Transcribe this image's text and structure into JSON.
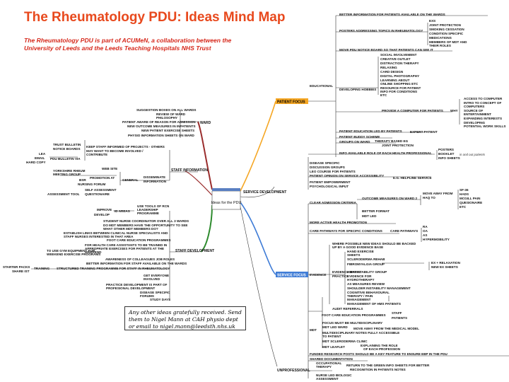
{
  "header": {
    "title": "The Rheumatology PDU: Ideas Mind Map",
    "subtitle": "The Rheumatology PDU is part of ACUMeN, a collaboration between the University of Leeds and the Leeds Teaching Hospitals NHS Trust"
  },
  "central": "Ideas for the PDU",
  "note": "Any other ideas gratefully received. Send them to Nigel Mann at CAH physio dept or email to nigel.mann@leedsth.nhs.uk",
  "colors": {
    "title": "#e8491d",
    "patient_focus": "#f5a623",
    "service_focus": "#3f7cd6",
    "staff_branch": "#9a2d2d",
    "staff_dev_branch": "#2e8b2e",
    "service_branch": "#1a3a8a"
  },
  "branches": {
    "service_development": "SERVICE DEVELOPMENT",
    "patient_focus": "PATIENT FOCUS",
    "service_focus": "SERVICE FOCUS",
    "unprofessional": "UNPROFESSIONAL",
    "ward": "WARD",
    "staff_information": "STAFF INFORMATION",
    "staff_development": "STAFF DEVELOPMENT"
  },
  "labels": {
    "pf_wards_info": "BETTER INFORMATION FOR PATIENTS AVAILABLE ON THE WARDS",
    "pf_posters": "POSTERS ADDRESSING TOPICS IN RHEUMATOLOGY",
    "pf_exs": "EXS",
    "pf_joint_protection": "JOINT PROTECTION",
    "pf_smoking": "SMOKING CESSATION",
    "pf_condition": "CONDITION SPECIFIC",
    "pf_medications": "MEDICATIONS",
    "pf_members_mdt": "MEMBERS OF MDT AND",
    "pf_their_roles": "THEIR ROLES",
    "pf_move_pdu": "MOVE PDU NOTICE BOARD SO THAT PATIENTS CAN SEE IT",
    "pf_social": "SOCIAL INVOLVEMENT",
    "pf_creative": "CREATIVE OUTLET",
    "pf_distraction": "DISTRACTION THERAPY",
    "pf_relaxing": "RELAXING",
    "pf_card": "CARD DESIGN",
    "pf_digital": "DIGITAL PHOTOGRAPHY",
    "pf_learning": "LEARNING ABOUT",
    "pf_online": "ONLINE SHOPPING ETC",
    "pf_resource": "RESOURCE FOR PATIENT",
    "pf_info_cond": "INFO FOR CONDITIONS",
    "pf_etc": "ETC",
    "pf_developing_hobbies": "DEVELOPING HOBBIES",
    "pf_educational": "EDUCATIONAL",
    "pf_computer": "PROVIDE A COMPUTER FOR PATIENTS",
    "pf_why": "WHY",
    "pf_access": "ACCESS TO COMPUTER",
    "pf_intro1": "INTRO TO CONCEPT OF",
    "pf_intro2": "COMPUTERS",
    "pf_source1": "SOURCE OF",
    "pf_source2": "ENTERTAINMENT",
    "pf_expanding": "EXPANDING INTERESTS",
    "pf_developing": "DEVELOPING",
    "pf_potential": "POTENTIAL WORK SKILLS",
    "pf_edu_led": "PATIENT EDUCATION LED BY PATIENTS",
    "pf_expert": "EXPERT PATIENT",
    "pf_buddy": "PATIENT BUDDY SCHEME",
    "pf_groups": "GROUPS ON WARD",
    "pf_therapy": "THERAPY BASED EG",
    "pf_joint_prot2": "JOINT PROTECTION",
    "pf_role": "INFO AVAILABLE ROLE OF EACH HEALTH PROFESSIONAL",
    "pf_posters2": "POSTERS",
    "pf_booklet": "BOOKLET",
    "pf_info_sheets": "INFO SHEETS",
    "pf_inout": "in and out patients",
    "pf_disease": "DISEASE SPECIFIC",
    "pf_discussion": "DISCUSSION GROUPS",
    "pf_leo": "LEO COURSE FOR PATIENTS",
    "pf_opinion": "PATIENT OPINION ON SERVICE ACCESSIBILITY",
    "pf_helpline": "E.G. HELPLINE SERVICE",
    "pf_empowerment": "PATIENT EMPOWERMENT",
    "pf_psych": "PSYCHOLOGICAL INPUT",
    "sf_clear": "CLEAR ADMISSION CRITERIA",
    "sf_outcome": "OUTCOME MEASURES ON WARD 2",
    "sf_move_from": "MOVE AWAY FROM",
    "sf_haq": "HAQ TO",
    "sf_sf36": "SF-36",
    "sf_hads": "HADS",
    "sf_mcgill": "MCGILL PAIN",
    "sf_questionnaire": "QUESIONAIRE",
    "sf_etc": "ETC",
    "sf_better_format": "BETTER FORMAT",
    "sf_mdt_led": "MDT LED",
    "sf_active": "MORE ACTIVE HEALTH PROMOTION",
    "sf_care_specific": "CARE PATHWAYS FOR SPECIFIC CONDITIONS",
    "sf_care_pathways": "CARE PATHWAYS",
    "sf_ra": "RA",
    "sf_oa": "OA",
    "sf_as": "AS",
    "sf_hyper": "HYPERMOBILITY",
    "sf_where1": "WHERE POSSIBLE NEW IDEAS SHOULD BE BACKED",
    "sf_where2": "UP BY A GOOD EVIDENCE BASE",
    "sf_hand1": "HAND EXERCISE",
    "sf_hand2": "SHEETS",
    "sf_sclero": "SCLERODERMA REHAB",
    "sf_fibro": "FIBROMYALGIA GROUP",
    "sf_ex_relax": "EX + RELAXATION",
    "sf_new_ex": "NEW EX SHEETS",
    "sf_joint_stab": "JOINT STABILITY GROUP",
    "sf_evidence_hydro": "EVIDENCE FOR",
    "sf_hydro": "HYDROTHERAPY",
    "sf_evidence_based1": "EVIDENCE BASED",
    "sf_evidence_based2": "PRACTICE",
    "sf_evidence": "EVIDENCE",
    "sf_as_measures": "AS MEASURES REVIEW",
    "sf_shoulder": "SHOULDER INSTABILITY MANAGEMENT",
    "sf_cbt1": "COGNITIVE BEHAVIOURAL",
    "sf_cbt2": "THERAPY / PAIN",
    "sf_cbt3": "MANAGEMENT",
    "sf_hms": "MANAGEMENT OF HMS PATIENTS",
    "sf_audit": "AUDIT REFERRALS",
    "sf_foot": "FOOT CARE EDUCATION PROGRAMMES",
    "sf_staff": "STAFF",
    "sf_patients": "PATIENTS",
    "sf_focus": "FOCUS MUST BE MULTIDISCIPLINARY",
    "sf_mdt_led_ward": "MDT LED WARD",
    "sf_move_medical": "MOVE AWAY FROM THE MEDICAL MODEL",
    "sf_multi1": "MULTIDISCIPLINARY NOTES FULLY ACCESSIBLE",
    "sf_multi2": "TO PATIENT",
    "sf_sclero_clinic": "MDT SCLERODERMA CLINIC",
    "sf_mdt_leaflet": "MDT LEAFLET",
    "sf_explaining1": "EXPLAINING THE ROLE",
    "sf_explaining2": "OF EACH PROFESSION",
    "sf_mdt": "MDT",
    "sf_funded": "FUNDED RESEARCH POSTS SHOULD BE A KEY FEATURE TO ENSURE EBP IN THE PDU",
    "sf_shared": "SHARED DOCUMENTATION",
    "up_ot1": "OCCUPATIONAL",
    "up_ot2": "THERAPY",
    "up_return1": "RETURN TO THE GREEN INFO SHEETS FOR BETTER",
    "up_return2": "RECOGNITION IN PATIENTS NOTES",
    "up_nurse1": "NURSE LED BIOLOGIC",
    "up_nurse2": "ASSESSMENT",
    "w_suggestion": "SUGGESTION BOXES ON ALL WARDS",
    "w_review1": "REVIEW OF WARD",
    "w_review2": "PHILOSOPHY",
    "w_aware": "PATIENT AWARE OF REASON FOR ADMISSION",
    "w_new_outcome": "NEW OUTCOME MEASURES IN INPATIENTS",
    "w_new_patient": "NEW PATIENT EXERCISE SHEETS",
    "w_physio": "PHYSIO INFORMATION SHEETS ON WARD",
    "si_trust": "TRUST BULLETIN",
    "si_notice": "NOTICE BOARDS",
    "si_keep1": "KEEP STAFF INFORMED OF PROJECTS - OTHERS",
    "si_keep2": "MAY WANT TO BECOME INVOLVED /",
    "si_keep3": "CONTRIBUTE",
    "si_lea": "LEA",
    "si_email": "EMAIL",
    "si_hardcopy": "HARD COPY",
    "si_pdu_bulletin": "PDU BULLETIN VIA",
    "si_web": "WEB SITE",
    "si_yorkshire1": "YORKSHIRE RHEUM",
    "si_yorkshire2": "MEETING GROUP",
    "si_promotion": "PROMOTION AT",
    "si_bsr": "BSR",
    "si_nursing": "NURSING FORUM",
    "si_general": "GENERAL",
    "si_disseminate1": "DISSEMINATE",
    "si_disseminate2": "INFORMATION",
    "si_self1": "SELF ASSESSMENT",
    "si_self2": "QUESTIONAIRE",
    "si_assessment": "ASSESSMENT TOOL",
    "sd_improve": "IMPROVE",
    "sd_develop": "DEVELOP",
    "sd_id_areas": "ID AREAS",
    "sd_use_tools1": "USE TOOLS OF RCN",
    "sd_use_tools2": "LEADERSHIP",
    "sd_use_tools3": "PROGRAMME",
    "sd_student": "STUDENT NURSE COORDINATOR OVER ALL 3 WARDS",
    "sd_do_mdt1": "DO MDT MEMBERS HAVE THE OPPORTUNITY TO SEE",
    "sd_do_mdt2": "WHAT OTHER MDT MEMBERS DO?",
    "sd_establish1": "ESTABLISH LINKS BETWEEN CLINICAL NURSE SPECIALISTS AND",
    "sd_establish2": "STAFF NURSES INTERESTED IN THAT AREA",
    "sd_foot": "FOOT CARE EDUCATION PROGRAMMES",
    "sd_hca1": "FOR HEALTH CARE ASSISTANTS TO BE TRAINED IN",
    "sd_hca2": "APPROPRIATE EXERCISES FOR PATIENTS AT THE",
    "sd_hca3": "WEEKEND",
    "sd_gym1": "TO USE GYM EQUIPMENT FOR",
    "sd_gym2": "WEEKEND EXERCISE PROGRAMS",
    "sd_awareness": "AWARENESS OF COLLEAGUES JOB ROLES",
    "sd_better_info": "BETTER INFORMATION FOR STAFF AVAILABLE ON THE WARDS",
    "sd_starter": "STARTER PACKS",
    "sd_share": "SHARE IST",
    "sd_training": "TRAINING",
    "sd_structured": "STRUCTURED TRAINING PROGRAMME FOR STAFF IN RHEUMATOLOGY",
    "sd_get1": "GET EVERYONE",
    "sd_get2": "INVOLVED",
    "sd_practice1": "PRACTICE DEVELOPMENT IS PART OF",
    "sd_practice2": "PROFESIONAL DEVELOPMENT",
    "sd_disease1": "DISEASE SPECIFIC",
    "sd_disease2": "FORUMS",
    "sd_study": "STUDY DAYS"
  }
}
